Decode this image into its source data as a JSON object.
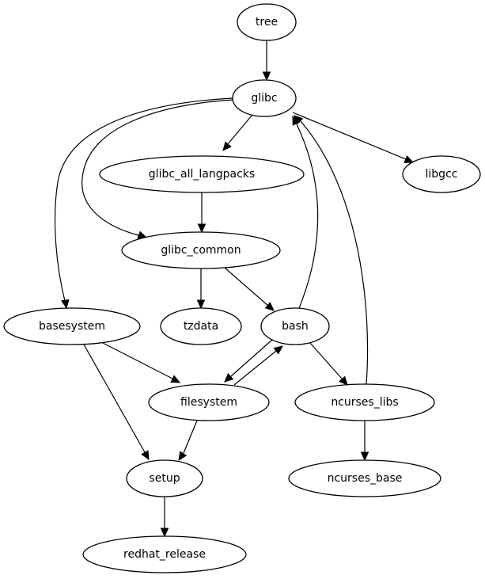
{
  "diagram": {
    "type": "directed-graph",
    "nodes": [
      {
        "id": "tree",
        "label": "tree"
      },
      {
        "id": "glibc",
        "label": "glibc"
      },
      {
        "id": "glibc_all_langpacks",
        "label": "glibc_all_langpacks"
      },
      {
        "id": "libgcc",
        "label": "libgcc"
      },
      {
        "id": "glibc_common",
        "label": "glibc_common"
      },
      {
        "id": "basesystem",
        "label": "basesystem"
      },
      {
        "id": "tzdata",
        "label": "tzdata"
      },
      {
        "id": "bash",
        "label": "bash"
      },
      {
        "id": "filesystem",
        "label": "filesystem"
      },
      {
        "id": "ncurses_libs",
        "label": "ncurses_libs"
      },
      {
        "id": "setup",
        "label": "setup"
      },
      {
        "id": "ncurses_base",
        "label": "ncurses_base"
      },
      {
        "id": "redhat_release",
        "label": "redhat_release"
      }
    ],
    "edges": [
      {
        "from": "tree",
        "to": "glibc"
      },
      {
        "from": "glibc",
        "to": "glibc_all_langpacks"
      },
      {
        "from": "glibc",
        "to": "libgcc"
      },
      {
        "from": "glibc",
        "to": "glibc_common"
      },
      {
        "from": "glibc",
        "to": "basesystem"
      },
      {
        "from": "glibc_all_langpacks",
        "to": "glibc_common"
      },
      {
        "from": "glibc_common",
        "to": "tzdata"
      },
      {
        "from": "glibc_common",
        "to": "bash"
      },
      {
        "from": "bash",
        "to": "glibc"
      },
      {
        "from": "bash",
        "to": "filesystem"
      },
      {
        "from": "bash",
        "to": "ncurses_libs"
      },
      {
        "from": "filesystem",
        "to": "bash"
      },
      {
        "from": "ncurses_libs",
        "to": "glibc"
      },
      {
        "from": "ncurses_libs",
        "to": "ncurses_base"
      },
      {
        "from": "basesystem",
        "to": "filesystem"
      },
      {
        "from": "basesystem",
        "to": "setup"
      },
      {
        "from": "filesystem",
        "to": "setup"
      },
      {
        "from": "setup",
        "to": "redhat_release"
      }
    ]
  }
}
